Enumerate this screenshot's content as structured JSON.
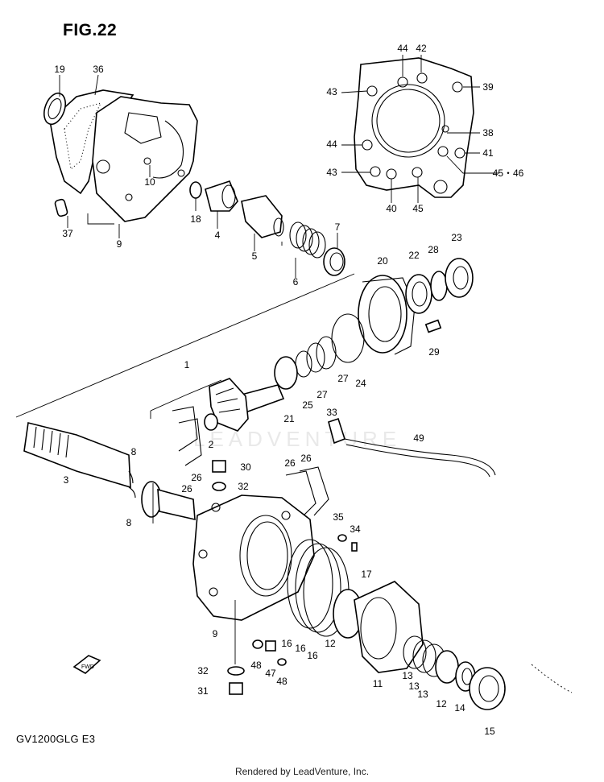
{
  "figure": {
    "title": "FIG.22",
    "model_code": "GV1200GLG  E3",
    "footer": "Rendered by LeadVenture, Inc.",
    "watermark": "LEADVENTURE",
    "fwd_label": "FWD"
  },
  "callouts": [
    "19",
    "36",
    "10",
    "18",
    "4",
    "5",
    "7",
    "6",
    "37",
    "9",
    "44",
    "42",
    "43",
    "39",
    "38",
    "44",
    "41",
    "43",
    "40",
    "45",
    "45・46",
    "20",
    "22",
    "28",
    "23",
    "29",
    "24",
    "27",
    "27",
    "25",
    "21",
    "1",
    "2",
    "3",
    "8",
    "8",
    "33",
    "49",
    "30",
    "32",
    "26",
    "26",
    "26",
    "26",
    "35",
    "34",
    "17",
    "16",
    "16",
    "16",
    "12",
    "9",
    "32",
    "31",
    "48",
    "47",
    "48",
    "11",
    "13",
    "13",
    "13",
    "12",
    "14",
    "15"
  ],
  "colors": {
    "ink": "#000000",
    "background": "#ffffff",
    "watermark": "#e9e9e9"
  }
}
